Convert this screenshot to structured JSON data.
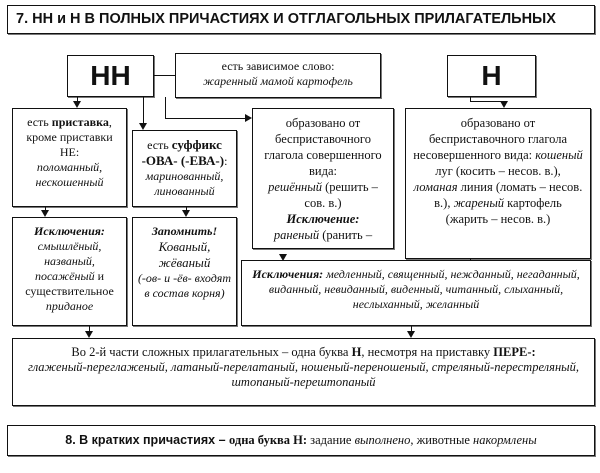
{
  "title": "7. НН и Н В ПОЛНЫХ ПРИЧАСТИЯХ И ОТГЛАГОЛЬНЫХ ПРИЛАГАТЕЛЬНЫХ",
  "nn_label": "НН",
  "n_label": "Н",
  "dependent": {
    "text": "есть зависимое слово:",
    "example": "жаренный мамой картофель"
  },
  "prefix": {
    "pre": "есть ",
    "bold": "приставка",
    "post": ", кроме приставки НЕ:",
    "examples": "поломанный, нескошенный"
  },
  "suffix": {
    "pre": "есть ",
    "bold": "суффикс -ОВА- (-ЕВА-)",
    "post": ":",
    "examples": "маринованный, линованный"
  },
  "perfective": {
    "text": "образовано от бесприставочного глагола совершенного вида:",
    "example": "решённый",
    "example_note": " (решить – сов. в.)",
    "exception_label": "Исключение:",
    "exception": "раненый",
    "exception_note": " (ранить –"
  },
  "imperfective": {
    "text": "образовано от бесприставочного глагола несовершенного вида:",
    "ex1": "кошеный",
    "ex1_note": " луг (косить – несов. в.), ",
    "ex2": "ломаная",
    "ex2_note": " линия (ломать – несов. в.), ",
    "ex3": "жареный",
    "ex3_note": " картофель (жарить – несов. в.)"
  },
  "exceptions_left": {
    "label": "Исключения:",
    "items": "смышлёный, названый, посажёный",
    "post": " и существительное ",
    "last": "приданое"
  },
  "remember": {
    "label": "Запомнить!",
    "items": "Кованый, жёваный",
    "note": "(-ов- и -ёв- входят в состав корня)"
  },
  "exceptions_right": {
    "label": "Исключения:",
    "items": "медленный, священный, нежданный, негаданный, виданный, невиданный, виденный, читанный, слыханный, неслыханный, желанный"
  },
  "compound": {
    "pre": "Во 2-й части сложных прилагательных – одна буква ",
    "b1": "Н",
    "mid": ", несмотря на приставку ",
    "b2": "ПЕРЕ-:",
    "examples": "глаженый-переглаженый, латаный-перелатаный, ношеный-переношеный, стреляный-перестреляный, штопаный-перештопаный"
  },
  "short": {
    "num": "8. В кратких причастиях – ",
    "b": "одна буква Н:",
    "t1": " задание ",
    "e1": "выполнено",
    "t2": ", животные ",
    "e2": "накормлены"
  }
}
